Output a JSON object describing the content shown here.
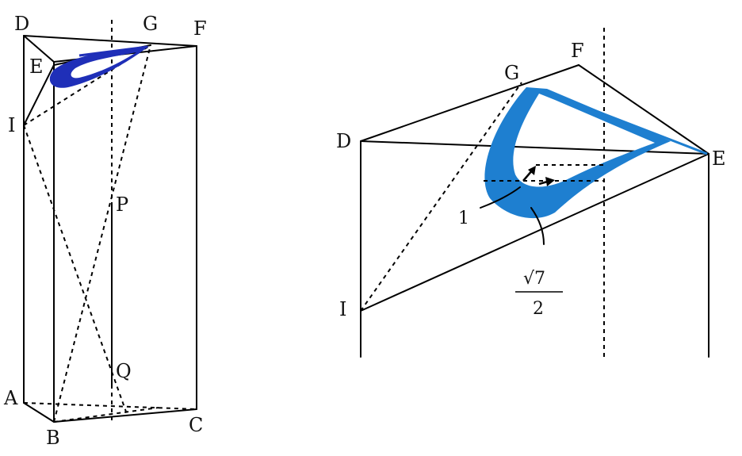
{
  "left_figure": {
    "vertices": {
      "A": "A",
      "B": "B",
      "C": "C",
      "D": "D",
      "E": "E",
      "F": "F",
      "G": "G",
      "I": "I",
      "P": "P",
      "Q": "Q"
    },
    "ring_color": "#1f2fb8"
  },
  "right_figure": {
    "vertices": {
      "D": "D",
      "E": "E",
      "F": "F",
      "G": "G",
      "I": "I"
    },
    "ring_color": "#1e7fd0",
    "radius_inner": "1",
    "radius_outer_num": "√7",
    "radius_outer_den": "2"
  }
}
